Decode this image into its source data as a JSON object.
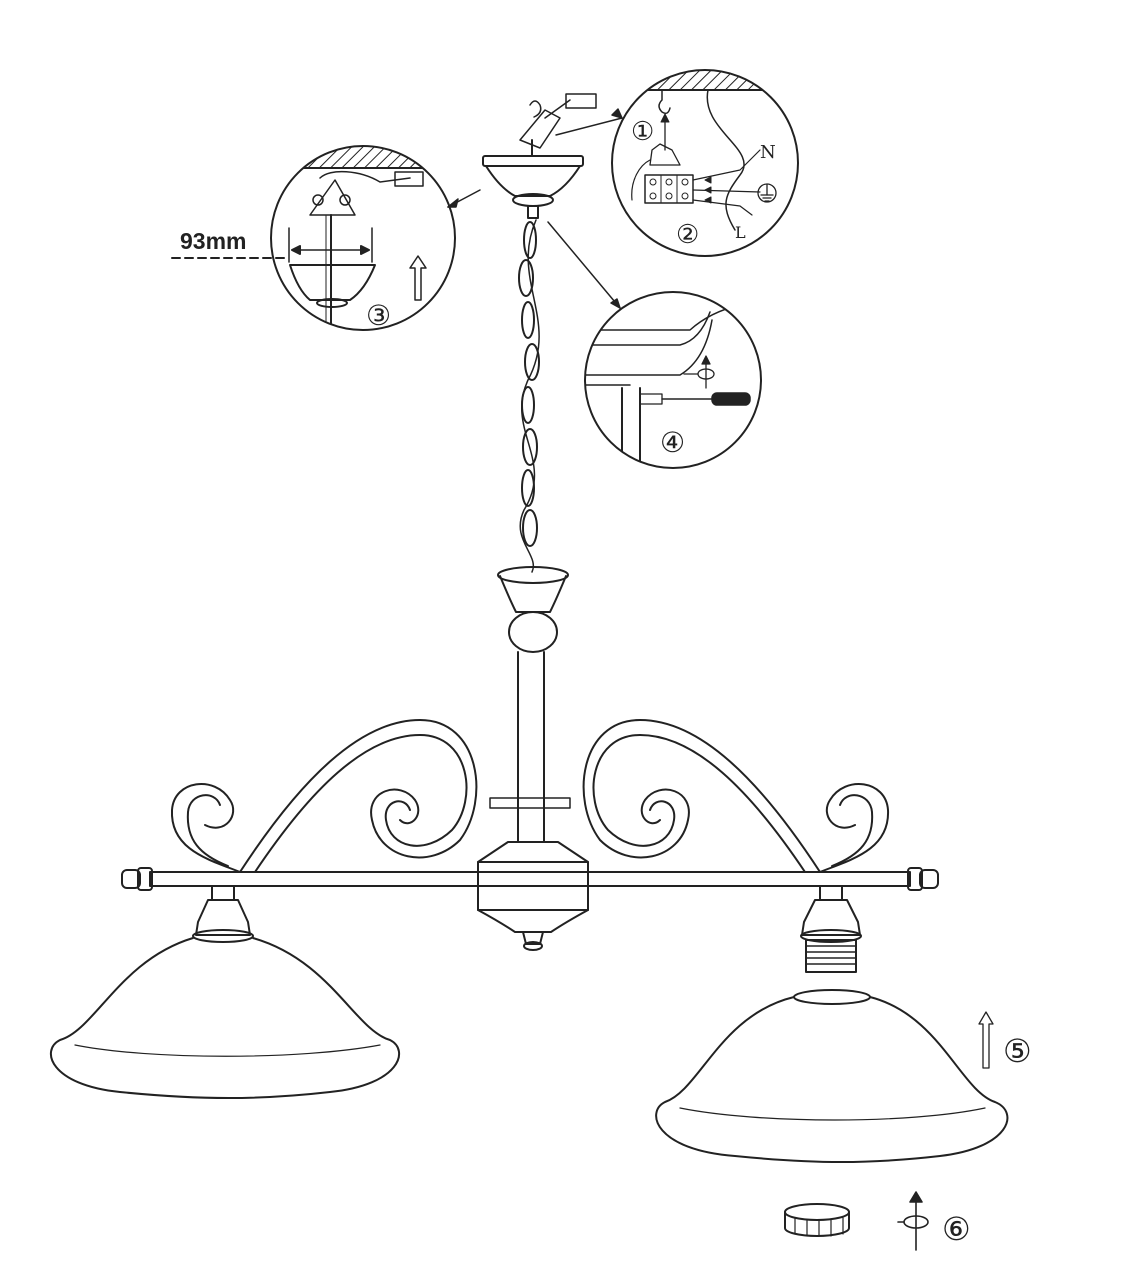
{
  "dimension": {
    "label": "93mm"
  },
  "wires": {
    "neutral": "N",
    "live": "L"
  },
  "steps": [
    {
      "label": "①"
    },
    {
      "label": "②"
    },
    {
      "label": "③"
    },
    {
      "label": "④"
    },
    {
      "label": "⑤"
    },
    {
      "label": "⑥"
    }
  ],
  "icons": {
    "ground": "earth-ground-icon",
    "arrow_up": "arrow-up-icon",
    "rotate": "rotate-arrow-icon",
    "screwdriver": "screwdriver-icon"
  },
  "colors": {
    "line": "#222222",
    "background": "#ffffff"
  }
}
